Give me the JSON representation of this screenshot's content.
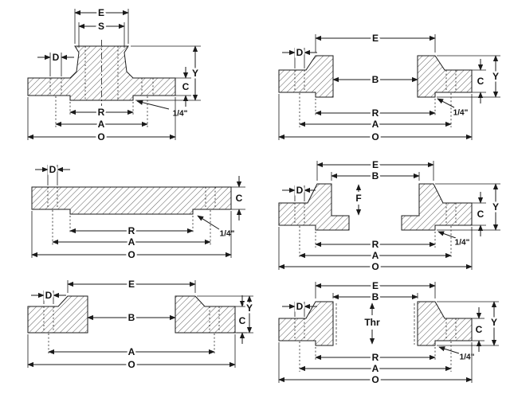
{
  "page": {
    "background": "#ffffff",
    "ink": "#1a1a1a"
  },
  "labels": {
    "E": "E",
    "S": "S",
    "B": "B",
    "D": "D",
    "F": "F",
    "Thr": "Thr",
    "Y": "Y",
    "C": "C",
    "R": "R",
    "A": "A",
    "O": "O",
    "quarter_inch": "1/4\""
  },
  "diagrams": [
    {
      "position": "top-left",
      "visible_labels": [
        "E",
        "S",
        "D",
        "Y",
        "C",
        "R",
        "A",
        "O",
        "1/4\""
      ]
    },
    {
      "position": "top-right",
      "visible_labels": [
        "E",
        "D",
        "B",
        "Y",
        "C",
        "R",
        "A",
        "O",
        "1/4\""
      ]
    },
    {
      "position": "middle-left",
      "visible_labels": [
        "D",
        "C",
        "R",
        "A",
        "O",
        "1/4\""
      ]
    },
    {
      "position": "middle-right",
      "visible_labels": [
        "E",
        "B",
        "D",
        "F",
        "Y",
        "C",
        "R",
        "A",
        "O",
        "1/4\""
      ]
    },
    {
      "position": "bottom-left",
      "visible_labels": [
        "E",
        "D",
        "B",
        "C",
        "Y",
        "A",
        "O"
      ]
    },
    {
      "position": "bottom-right",
      "visible_labels": [
        "E",
        "B",
        "D",
        "Thr",
        "Y",
        "C",
        "R",
        "A",
        "O",
        "1/4\""
      ]
    }
  ]
}
